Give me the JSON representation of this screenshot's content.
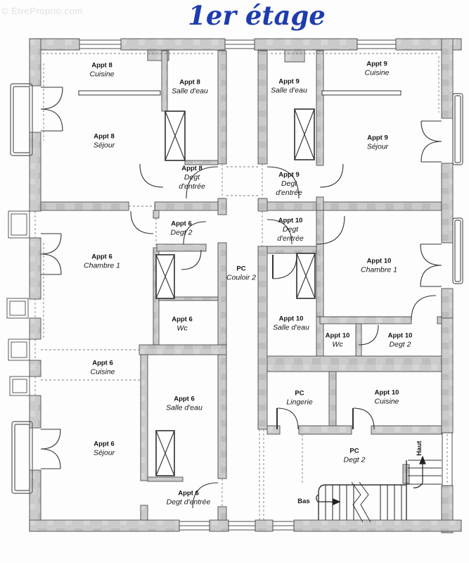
{
  "title": "1er étage",
  "watermark": "© EtreProprio.com",
  "colors": {
    "title_blue": "#1e3cae",
    "wall_gray": "#cbcbcb",
    "wall_gray_dark": "#bdbdbd",
    "line_dark": "#3c3c3c",
    "paper": "#fdfdfd"
  },
  "rooms": [
    {
      "apt": "Appt 8",
      "name": "Cuisine"
    },
    {
      "apt": "Appt 8",
      "name": "Salle d'eau"
    },
    {
      "apt": "Appt 8",
      "name": "Séjour"
    },
    {
      "apt": "Appt 8",
      "name": "Degt d'entrée"
    },
    {
      "apt": "Appt 9",
      "name": "Salle d'eau"
    },
    {
      "apt": "Appt 9",
      "name": "Cuisine"
    },
    {
      "apt": "Appt 9",
      "name": "Séjour"
    },
    {
      "apt": "Appt 9",
      "name": "Degt d'entrée"
    },
    {
      "apt": "Appt 6",
      "name": "Degt 2"
    },
    {
      "apt": "Appt 6",
      "name": "Chambre 1"
    },
    {
      "apt": "Appt 10",
      "name": "Degt d'entrée"
    },
    {
      "apt": "PC",
      "name": "Couloir 2"
    },
    {
      "apt": "Appt 6",
      "name": "Wc"
    },
    {
      "apt": "Appt 10",
      "name": "Chambre 1"
    },
    {
      "apt": "Appt 10",
      "name": "Salle d'eau"
    },
    {
      "apt": "Appt 10",
      "name": "Wc"
    },
    {
      "apt": "Appt 10",
      "name": "Degt 2"
    },
    {
      "apt": "Appt 6",
      "name": "Cuisine"
    },
    {
      "apt": "Appt 6",
      "name": "Salle d'eau"
    },
    {
      "apt": "PC",
      "name": "Lingerie"
    },
    {
      "apt": "Appt 10",
      "name": "Cuisine"
    },
    {
      "apt": "Appt 6",
      "name": "Séjour"
    },
    {
      "apt": "PC",
      "name": "Degt 2"
    },
    {
      "apt": "Appt 6",
      "name": "Degt d'entrée"
    }
  ],
  "stairs": {
    "up": "Haut",
    "down": "Bas"
  }
}
